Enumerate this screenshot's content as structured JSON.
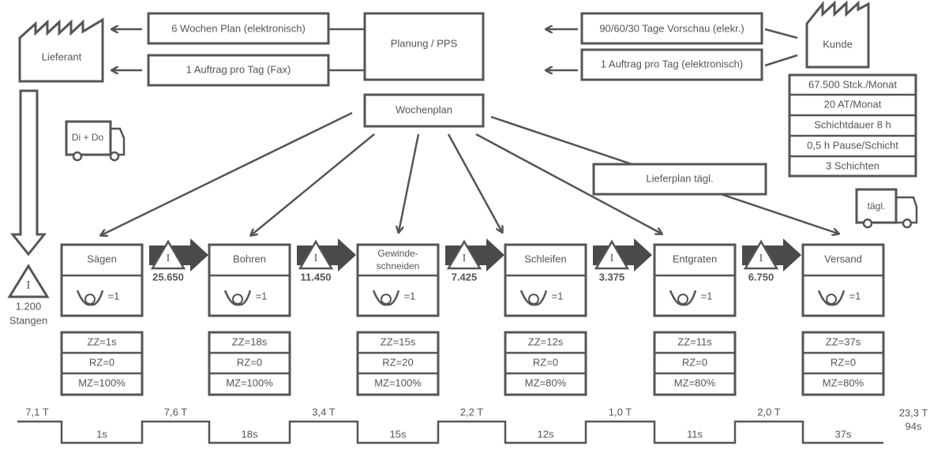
{
  "supplier": {
    "label": "Lieferant"
  },
  "customer": {
    "label": "Kunde"
  },
  "planning": {
    "label": "Planung / PPS"
  },
  "weekly_plan": {
    "label": "Wochenplan"
  },
  "delivery_plan": {
    "label": "Lieferplan tägl."
  },
  "info_flows": {
    "to_supplier": [
      {
        "label": "6 Wochen Plan (elektronisch)"
      },
      {
        "label": "1 Auftrag pro Tag (Fax)"
      }
    ],
    "from_customer": [
      {
        "label": "90/60/30 Tage Vorschau (elekr.)"
      },
      {
        "label": "1 Auftrag pro Tag (elektronisch)"
      }
    ]
  },
  "customer_data": [
    "67.500 Stck./Monat",
    "20 AT/Monat",
    "Schichtdauer 8 h",
    "0,5 h Pause/Schicht",
    "3 Schichten"
  ],
  "trucks": {
    "supplier": "Di + Do",
    "customer": "tägl."
  },
  "raw_inventory": {
    "symbol": "I",
    "value": "1.200",
    "unit": "Stangen"
  },
  "processes": [
    {
      "name": "Sägen",
      "operators": "=1",
      "zz": "ZZ=1s",
      "rz": "RZ=0",
      "mz": "MZ=100%"
    },
    {
      "name": "Bohren",
      "operators": "=1",
      "zz": "ZZ=18s",
      "rz": "RZ=0",
      "mz": "MZ=100%"
    },
    {
      "name": "Gewinde-\nschneiden",
      "name_l1": "Gewinde-",
      "name_l2": "schneiden",
      "operators": "=1",
      "zz": "ZZ=15s",
      "rz": "RZ=20",
      "mz": "MZ=100%"
    },
    {
      "name": "Schleifen",
      "operators": "=1",
      "zz": "ZZ=12s",
      "rz": "RZ=0",
      "mz": "MZ=80%"
    },
    {
      "name": "Entgraten",
      "operators": "=1",
      "zz": "ZZ=11s",
      "rz": "RZ=0",
      "mz": "MZ=80%"
    },
    {
      "name": "Versand",
      "operators": "=1",
      "zz": "ZZ=37s",
      "rz": "RZ=0",
      "mz": "MZ=80%"
    }
  ],
  "inventories": [
    {
      "symbol": "I",
      "value": "25.650"
    },
    {
      "symbol": "I",
      "value": "11.450"
    },
    {
      "symbol": "I",
      "value": "7.425"
    },
    {
      "symbol": "I",
      "value": "3.375"
    },
    {
      "symbol": "I",
      "value": "6.750"
    }
  ],
  "timeline": {
    "wait_times": [
      "7,1 T",
      "7,6 T",
      "3,4 T",
      "2,2 T",
      "1,0 T",
      "2,0 T"
    ],
    "process_times": [
      "1s",
      "18s",
      "15s",
      "12s",
      "11s",
      "37s"
    ],
    "total_wait": "23,3 T",
    "total_process": "94s"
  }
}
